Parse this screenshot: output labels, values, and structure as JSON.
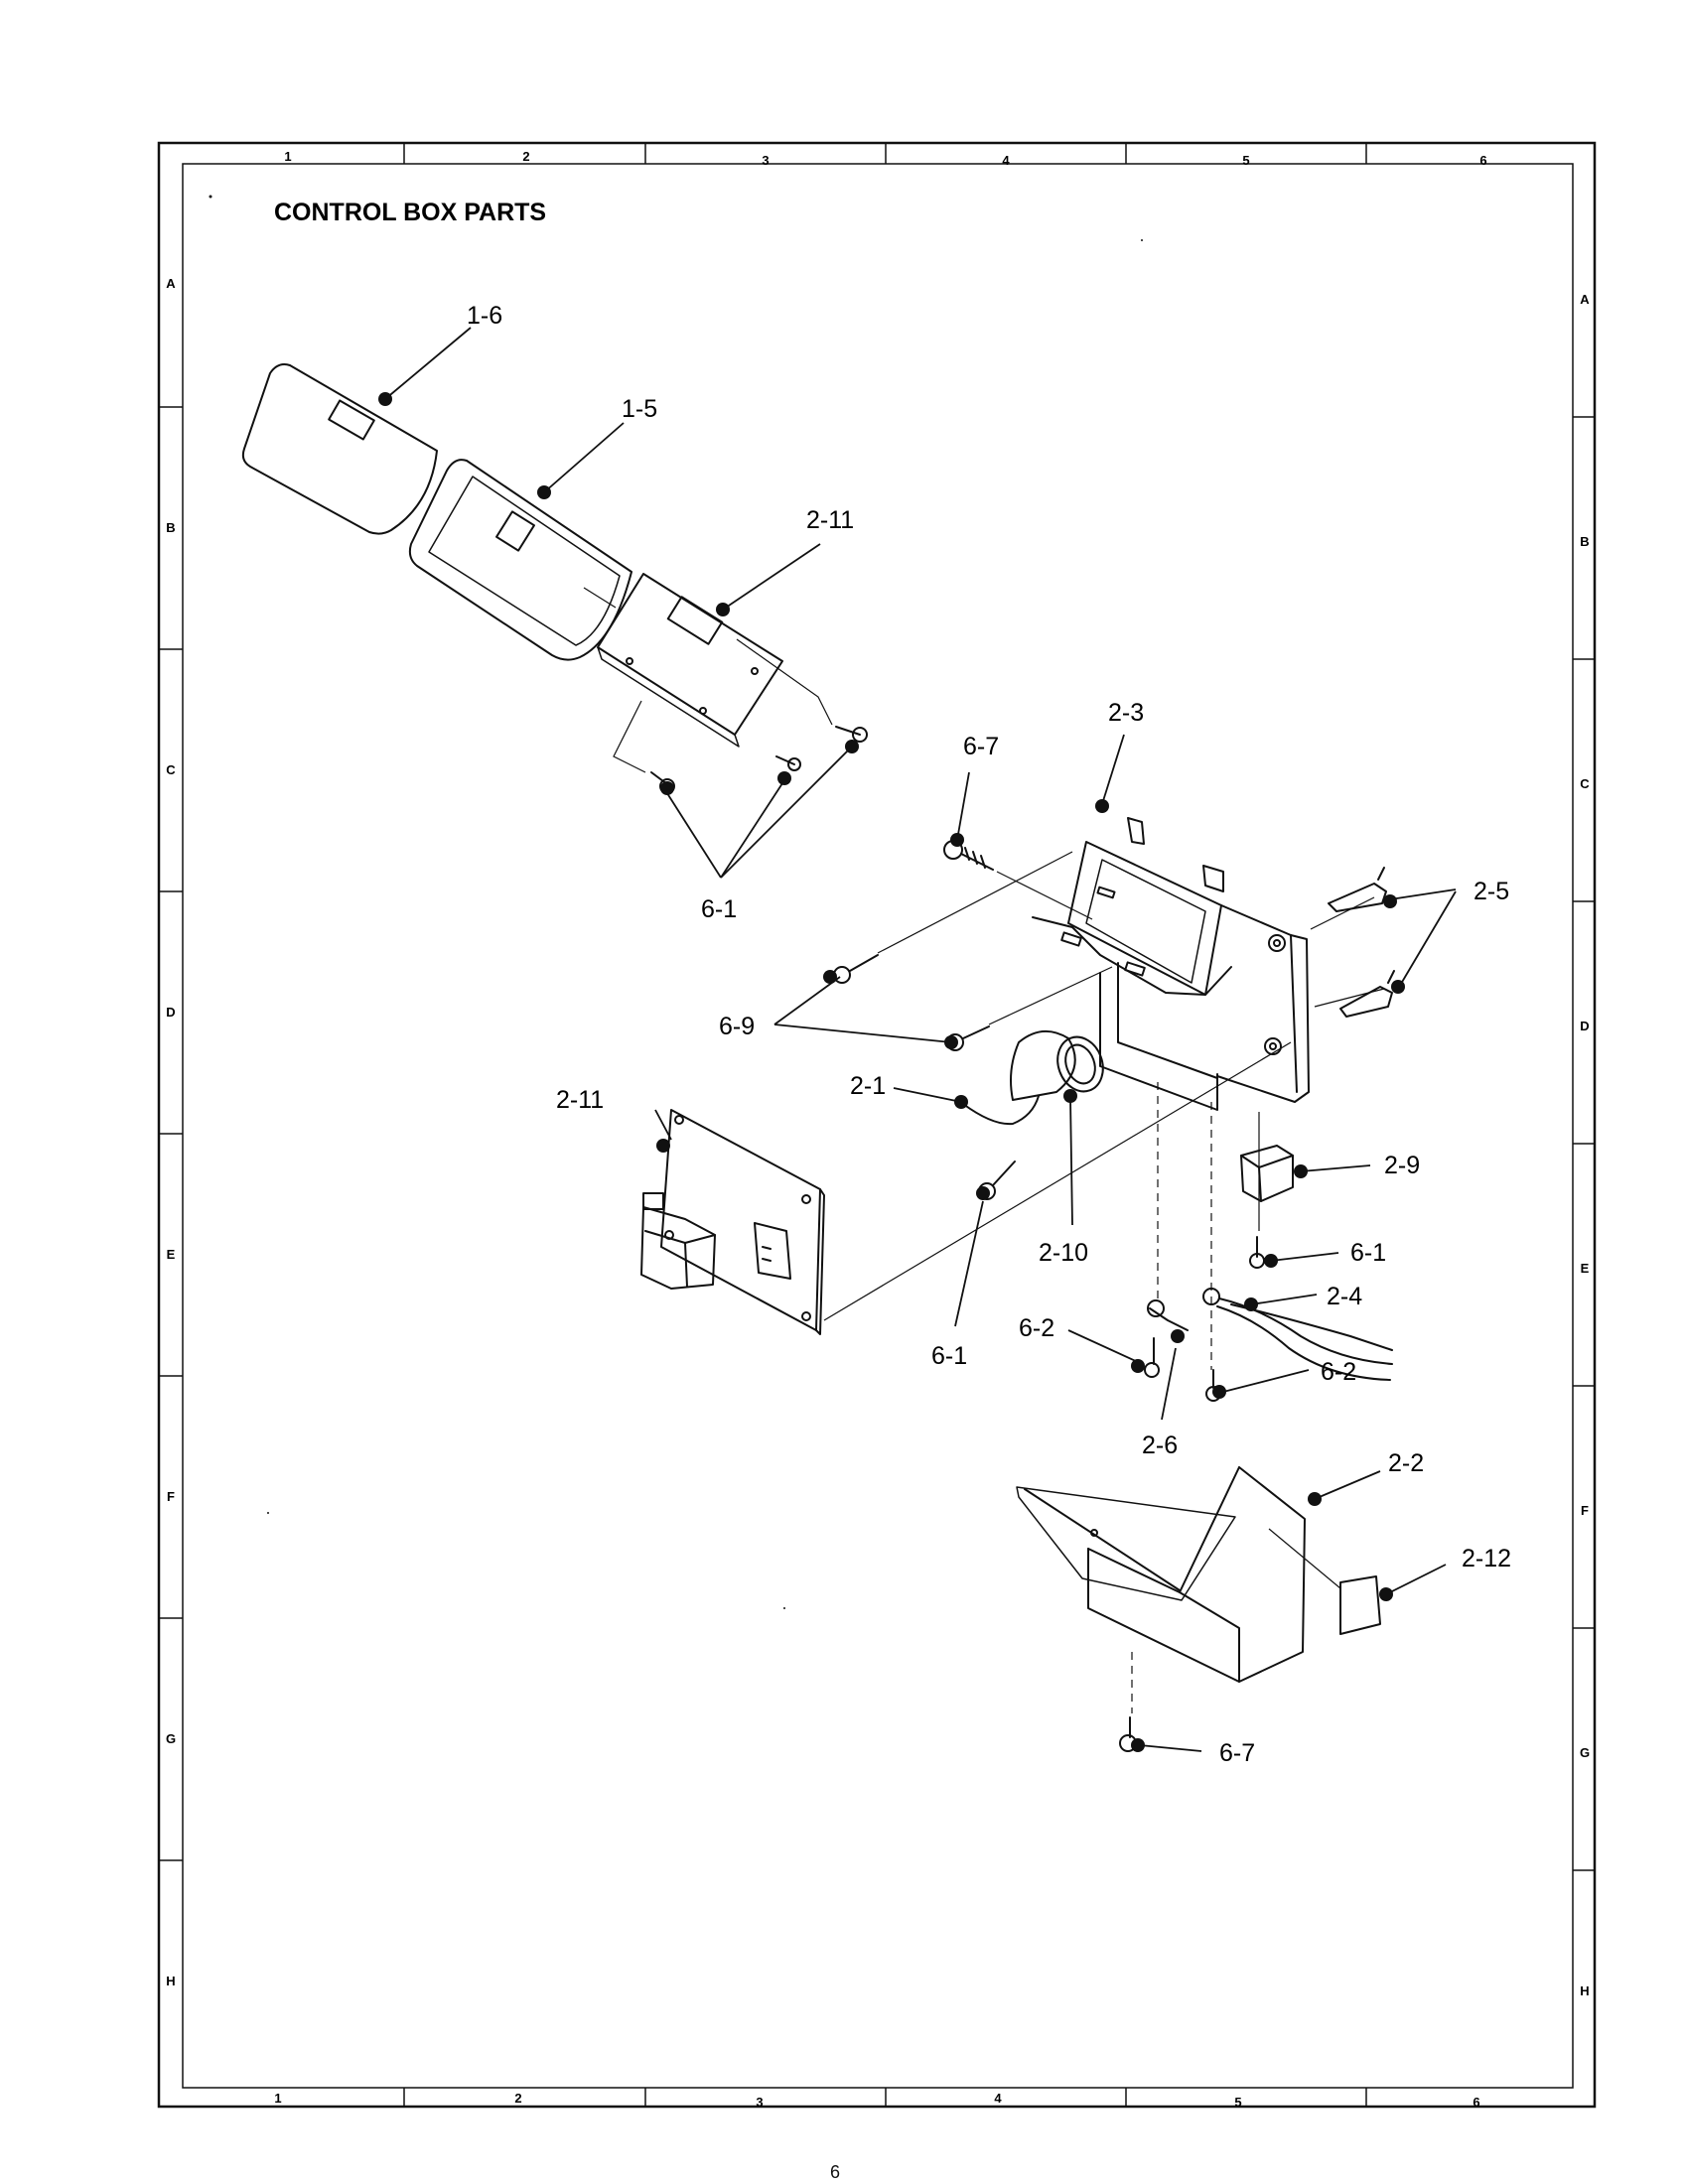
{
  "title": "CONTROL BOX PARTS",
  "page_number": "6",
  "ruler": {
    "columns": [
      "1",
      "2",
      "3",
      "4",
      "5",
      "6"
    ],
    "rows": [
      "A",
      "B",
      "C",
      "D",
      "E",
      "F",
      "G",
      "H"
    ]
  },
  "callouts": [
    "1-6",
    "1-5",
    "2-11",
    "6-1",
    "6-7",
    "2-3",
    "2-5",
    "6-9",
    "2-1",
    "2-11",
    "2-10",
    "6-1",
    "2-9",
    "6-1",
    "2-4",
    "6-2",
    "6-2",
    "2-6",
    "2-2",
    "2-12",
    "6-7"
  ],
  "icons": [
    "exploded-parts-illustration"
  ]
}
